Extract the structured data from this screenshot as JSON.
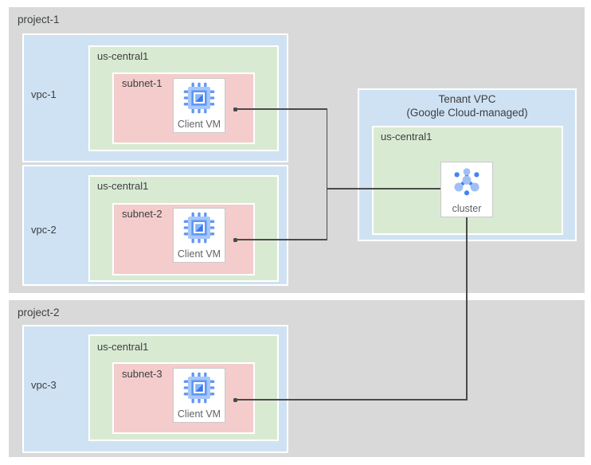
{
  "colors": {
    "project_bg": "#d9d9d9",
    "vpc_bg": "#cfe2f3",
    "region_bg": "#d9ead3",
    "subnet_bg": "#f4cccc",
    "node_bg": "#ffffff",
    "node_border": "#c9c9c9",
    "connector": "#4a4a4a",
    "label_text": "#3c4043",
    "caption_text": "#5f6368",
    "icon_blue_dark": "#3b78e7",
    "icon_blue_mid": "#5e97f6",
    "icon_blue_light": "#a8c7fa"
  },
  "projects": [
    {
      "label": "project-1",
      "vpcs": [
        {
          "label": "vpc-1",
          "region": {
            "label": "us-central1",
            "subnet": {
              "label": "subnet-1",
              "node": {
                "label": "Client VM",
                "icon": "cpu-chip-icon"
              }
            }
          }
        },
        {
          "label": "vpc-2",
          "region": {
            "label": "us-central1",
            "subnet": {
              "label": "subnet-2",
              "node": {
                "label": "Client VM",
                "icon": "cpu-chip-icon"
              }
            }
          }
        }
      ]
    },
    {
      "label": "project-2",
      "vpcs": [
        {
          "label": "vpc-3",
          "region": {
            "label": "us-central1",
            "subnet": {
              "label": "subnet-3",
              "node": {
                "label": "Client VM",
                "icon": "cpu-chip-icon"
              }
            }
          }
        }
      ]
    }
  ],
  "tenant_vpc": {
    "title_line1": "Tenant VPC",
    "title_line2": "(Google Cloud-managed)",
    "region": {
      "label": "us-central1",
      "node": {
        "label": "cluster",
        "icon": "hub-spoke-icon"
      }
    }
  },
  "connections": [
    {
      "from": "Client VM (subnet-1)",
      "to": "cluster"
    },
    {
      "from": "Client VM (subnet-2)",
      "to": "cluster"
    },
    {
      "from": "Client VM (subnet-3)",
      "to": "cluster"
    }
  ]
}
